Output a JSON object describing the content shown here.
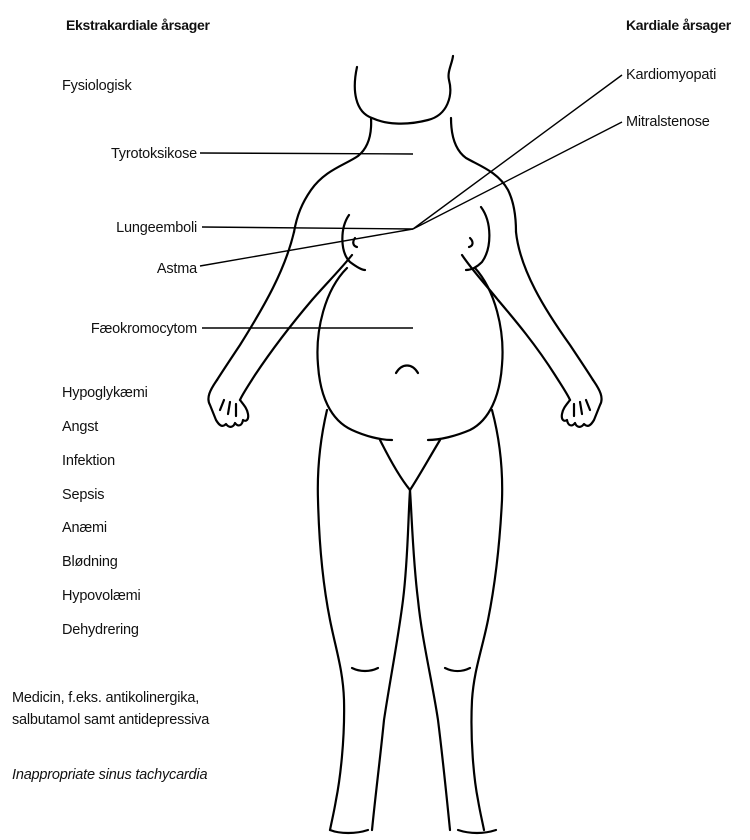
{
  "headers": {
    "left": "Ekstrakardiale årsager",
    "right": "Kardiale årsager"
  },
  "left_labels": {
    "fysiologisk": "Fysiologisk",
    "tyrotoksikose": "Tyrotoksikose",
    "lungeemboli": "Lungeemboli",
    "astma": "Astma",
    "faeokromocytom": "Fæokromocytom",
    "hypoglykaemi": "Hypoglykæmi",
    "angst": "Angst",
    "infektion": "Infektion",
    "sepsis": "Sepsis",
    "anaemi": "Anæmi",
    "blodning": "Blødning",
    "hypovolaemi": "Hypovolæmi",
    "dehydrering": "Dehydrering",
    "medicin_line1": "Medicin, f.eks. antikolinergika,",
    "medicin_line2": "salbutamol samt antidepressiva",
    "inappropriate": "Inappropriate sinus tachycardia"
  },
  "right_labels": {
    "kardiomyopati": "Kardiomyopati",
    "mitralstenose": "Mitralstenose"
  }
}
